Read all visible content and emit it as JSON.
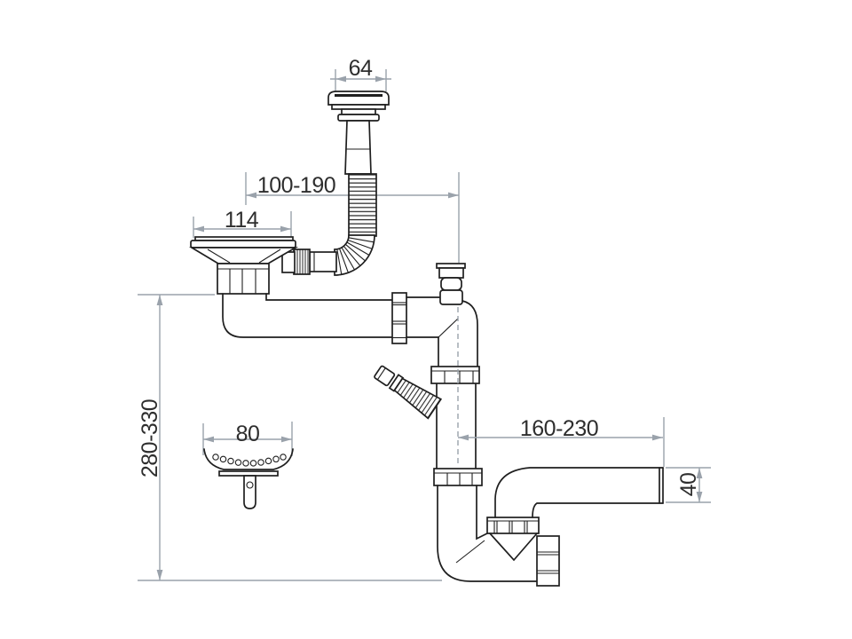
{
  "drawing": {
    "type": "technical-diagram",
    "subject": "kitchen sink drain siphon installation with adjustment dimensions (mm)",
    "colors": {
      "line": "#1f1f1f",
      "dimension": "#9aa2ab",
      "text": "#2e2e2e",
      "background": "#ffffff"
    },
    "dimensions": {
      "cap_width": "64",
      "horizontal_reach": "100-190",
      "strainer_flange_width": "114",
      "vertical_reach": "280-330",
      "basket_width": "80",
      "outlet_reach": "160-230",
      "outlet_pipe_diameter": "40"
    }
  }
}
